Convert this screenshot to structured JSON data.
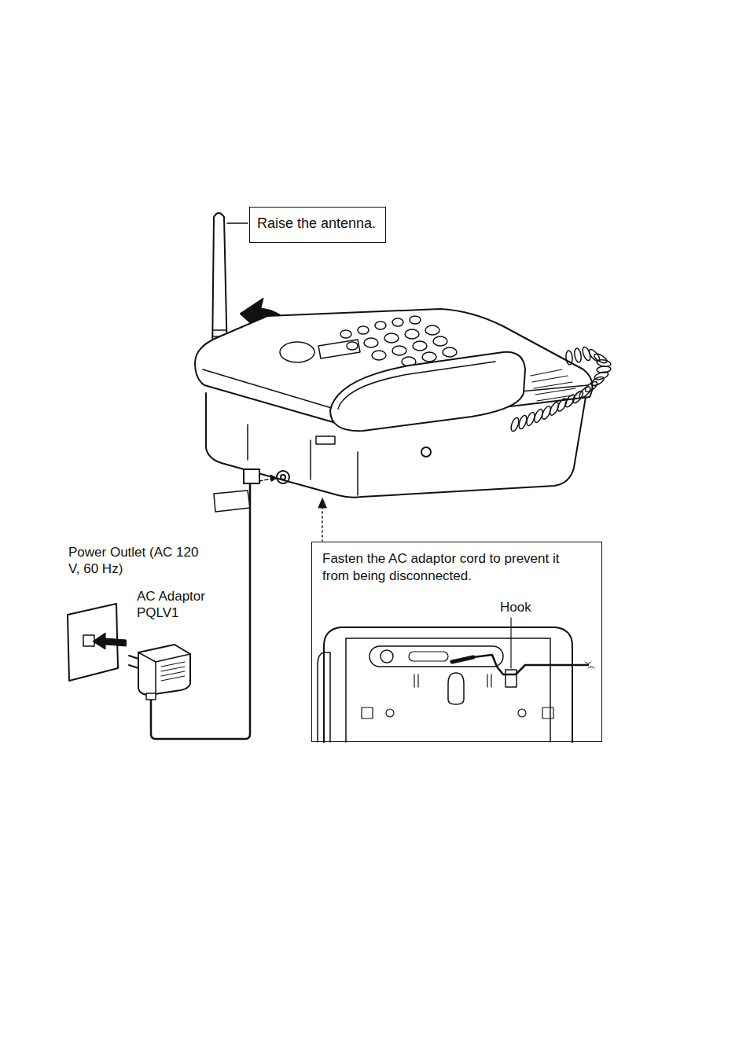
{
  "diagram": {
    "nodes": [
      {
        "text": [
          "Raise the antenna."
        ]
      },
      {
        "text": [
          "Fasten the AC adaptor cord to prevent it from being disconnected."
        ]
      }
    ],
    "labels": [
      "Power Outlet (AC 120 V, 60 Hz)",
      "AC Adaptor PQLV1",
      "Hook"
    ]
  }
}
